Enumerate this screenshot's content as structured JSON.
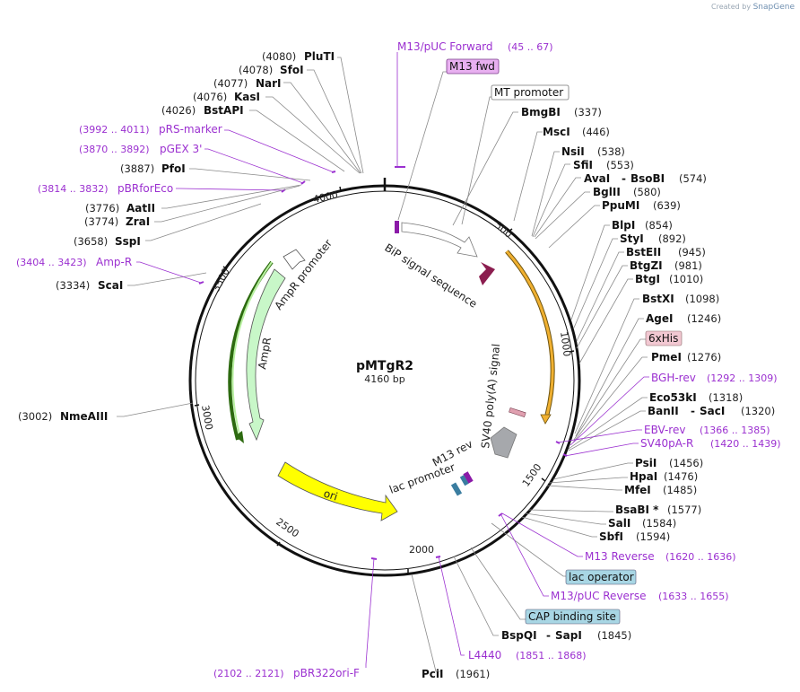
{
  "credit": {
    "prefix": "Created by",
    "brand": "SnapGene"
  },
  "plasmid": {
    "name": "pMTgR2",
    "size": "4160 bp",
    "length": 4160
  },
  "ticks": [
    "500",
    "1000",
    "1500",
    "2000",
    "2500",
    "3000",
    "3500",
    "4000"
  ],
  "sites": [
    {
      "pos": "(4080)",
      "name": "PluTI",
      "p": 4080
    },
    {
      "pos": "(4078)",
      "name": "SfoI",
      "p": 4078
    },
    {
      "pos": "(4077)",
      "name": "NarI",
      "p": 4077
    },
    {
      "pos": "(4076)",
      "name": "KasI",
      "p": 4076
    },
    {
      "pos": "(4026)",
      "name": "BstAPI",
      "p": 4026
    },
    {
      "range": "(3992 .. 4011)",
      "name": "pRS-marker",
      "p": 4001,
      "primer": true
    },
    {
      "range": "(3870 .. 3892)",
      "name": "pGEX 3'",
      "p": 3881,
      "primer": true
    },
    {
      "pos": "(3887)",
      "name": "PfoI",
      "p": 3887
    },
    {
      "range": "(3814 .. 3832)",
      "name": "pBRforEco",
      "p": 3823,
      "primer": true
    },
    {
      "pos": "(3776)",
      "name": "AatII",
      "p": 3776
    },
    {
      "pos": "(3774)",
      "name": "ZraI",
      "p": 3774
    },
    {
      "pos": "(3658)",
      "name": "SspI",
      "p": 3658
    },
    {
      "range": "(3404 .. 3423)",
      "name": "Amp-R",
      "p": 3413,
      "primer": true
    },
    {
      "pos": "(3334)",
      "name": "ScaI",
      "p": 3334
    },
    {
      "pos": "(3002)",
      "name": "NmeAIII",
      "p": 3002
    },
    {
      "range": "(2102 .. 2121)",
      "name": "pBR322ori-F",
      "p": 2111,
      "primer": true
    },
    {
      "pos": "(1961)",
      "name": "PciI",
      "p": 1961
    },
    {
      "range": "(1851 .. 1868)",
      "name": "L4440",
      "p": 1859,
      "primer": true
    },
    {
      "pos": "(1845)",
      "name": "BspQI",
      "name2": "SapI",
      "p": 1845
    },
    {
      "name": "CAP binding site",
      "boxed": "blue",
      "p": 1800
    },
    {
      "range": "(1633 .. 1655)",
      "name": "M13/pUC Reverse",
      "p": 1644,
      "primer": true
    },
    {
      "name": "lac operator",
      "boxed": "blue",
      "p": 1660
    },
    {
      "range": "(1620 .. 1636)",
      "name": "M13 Reverse",
      "p": 1628,
      "primer": true
    },
    {
      "pos": "(1594)",
      "name": "SbfI",
      "p": 1594
    },
    {
      "pos": "(1584)",
      "name": "SalI",
      "p": 1584
    },
    {
      "pos": "(1577)",
      "name": "BsaBI *",
      "p": 1577
    },
    {
      "pos": "(1485)",
      "name": "MfeI",
      "p": 1485
    },
    {
      "pos": "(1476)",
      "name": "HpaI",
      "p": 1476
    },
    {
      "pos": "(1456)",
      "name": "PsiI",
      "p": 1456
    },
    {
      "range": "(1420 .. 1439)",
      "name": "SV40pA-R",
      "p": 1430,
      "primer": true
    },
    {
      "range": "(1366 .. 1385)",
      "name": "EBV-rev",
      "p": 1375,
      "primer": true
    },
    {
      "pos": "(1320)",
      "name": "BanII",
      "name2": "SacI",
      "p": 1320
    },
    {
      "pos": "(1318)",
      "name": "Eco53kI",
      "p": 1318
    },
    {
      "range": "(1292 .. 1309)",
      "name": "BGH-rev",
      "p": 1300,
      "primer": true
    },
    {
      "pos": "(1276)",
      "name": "PmeI",
      "p": 1276
    },
    {
      "name": "6xHis",
      "boxed": "pink",
      "p": 1262
    },
    {
      "pos": "(1246)",
      "name": "AgeI",
      "p": 1246
    },
    {
      "pos": "(1098)",
      "name": "BstXI",
      "p": 1098
    },
    {
      "pos": "(1010)",
      "name": "BtgI",
      "p": 1010
    },
    {
      "pos": "(981)",
      "name": "BtgZI",
      "p": 981
    },
    {
      "pos": "(945)",
      "name": "BstEII",
      "p": 945
    },
    {
      "pos": "(892)",
      "name": "StyI",
      "p": 892
    },
    {
      "pos": "(854)",
      "name": "BlpI",
      "p": 854
    },
    {
      "pos": "(639)",
      "name": "PpuMI",
      "p": 639
    },
    {
      "pos": "(580)",
      "name": "BglII",
      "p": 580
    },
    {
      "pos": "(574)",
      "name": "AvaI",
      "name2": "BsoBI",
      "p": 574
    },
    {
      "pos": "(553)",
      "name": "SfiI",
      "p": 553
    },
    {
      "pos": "(538)",
      "name": "NsiI",
      "p": 538
    },
    {
      "pos": "(446)",
      "name": "MscI",
      "p": 446
    },
    {
      "pos": "(337)",
      "name": "BmgBI",
      "p": 337
    },
    {
      "name": "MT promoter",
      "boxed": "white",
      "p": 220
    },
    {
      "name": "M13 fwd",
      "boxed": "violet",
      "p": 56
    },
    {
      "range": "(45 .. 67)",
      "name": "M13/pUC Forward",
      "p": 56,
      "primer": true
    }
  ],
  "features": [
    {
      "name": "BiP signal sequence"
    },
    {
      "name": "SV40 poly(A) signal"
    },
    {
      "name": "M13 rev"
    },
    {
      "name": "lac promoter"
    },
    {
      "name": "ori"
    },
    {
      "name": "AmpR"
    },
    {
      "name": "AmpR promoter"
    }
  ],
  "colors": {
    "bip": "#8b1d4f",
    "orf": "#f0b030",
    "sv40": "#a6a8ac",
    "lac": "#3a7da0",
    "m13": "#8b1aa8",
    "ori": "#ffff00",
    "ampr": "#c8f7c8",
    "amprline": "#3b8a1a",
    "his": "#e0a0b0",
    "primer": "#9b30d0",
    "boxblue": "#a8d6e4",
    "boxpink": "#f2c8d2",
    "boxviolet": "#e8b0f0"
  }
}
